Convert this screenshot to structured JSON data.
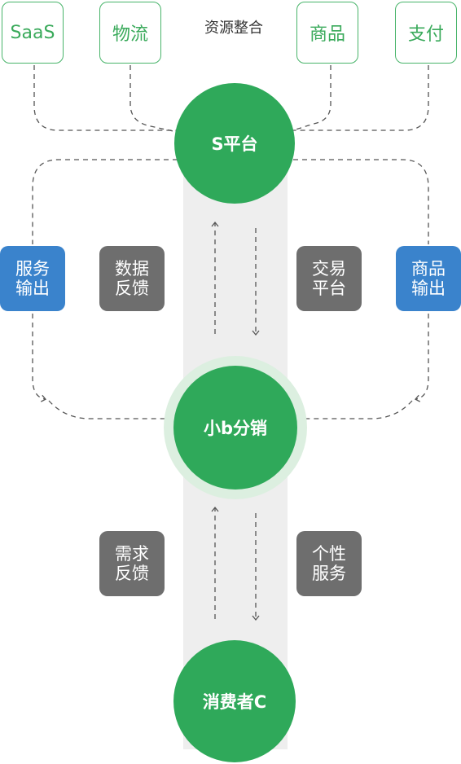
{
  "top_nodes": {
    "saas": "SaaS",
    "logistics": "物流",
    "caption": "资源整合",
    "goods": "商品",
    "payment": "支付"
  },
  "nodes": {
    "platform": "S平台",
    "distribution": "小b分销",
    "consumer": "消费者C"
  },
  "side_tags": {
    "service_output": [
      "服务",
      "输出"
    ],
    "goods_output": [
      "商品",
      "输出"
    ]
  },
  "flow_tags": {
    "data_feedback": [
      "数据",
      "反馈"
    ],
    "trade_platform": [
      "交易",
      "平台"
    ],
    "demand_feedback": [
      "需求",
      "反馈"
    ],
    "personal_service": [
      "个性",
      "服务"
    ]
  },
  "colors": {
    "green": "#2fa95a",
    "green_border": "#48b46a",
    "blue": "#3a83cc",
    "gray": "#6e6e6e",
    "halo": "#dcefe0",
    "band": "#eeeeee",
    "line": "#555555"
  }
}
